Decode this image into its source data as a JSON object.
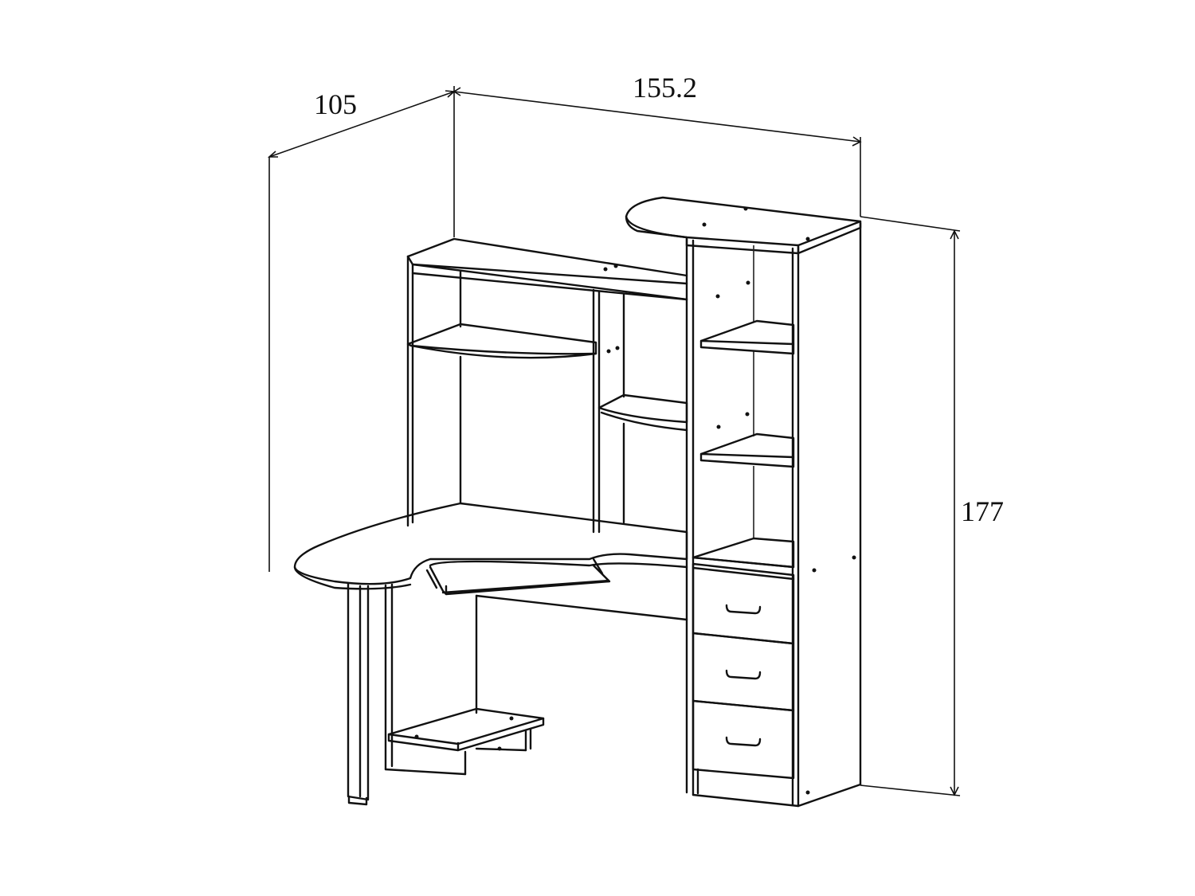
{
  "dimensions": {
    "depth": "105",
    "width": "155.2",
    "height": "177"
  },
  "colors": {
    "line": "#111111",
    "background": "#ffffff"
  }
}
